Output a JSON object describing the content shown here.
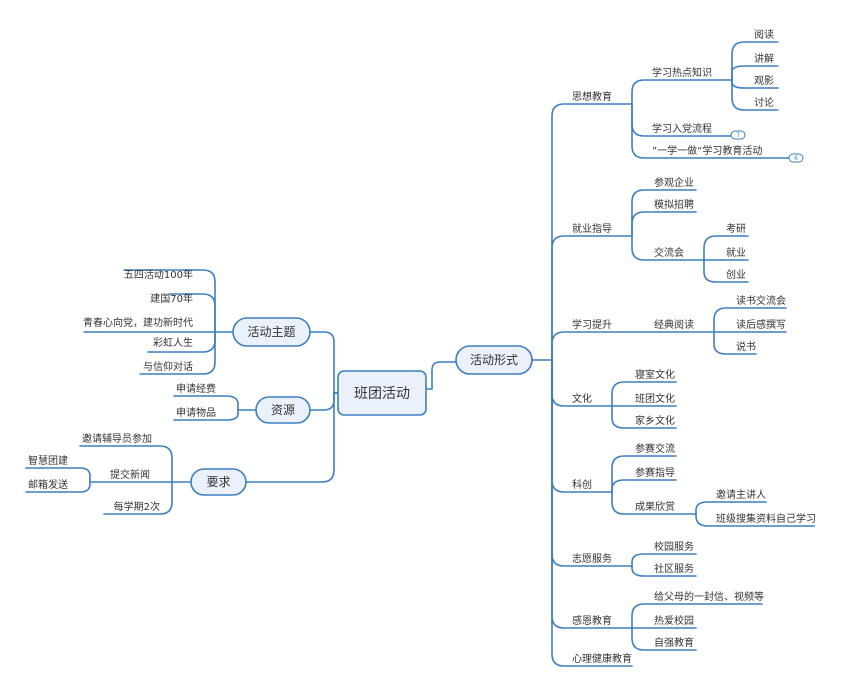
{
  "root": {
    "label": "班团活动"
  },
  "colors": {
    "line": "#3d7fc1",
    "topic_fill": "#eaf1fa",
    "text": "#333333",
    "background": "#ffffff"
  },
  "left": {
    "theme": {
      "label": "活动主题",
      "children": [
        "五四活动100年",
        "建国70年",
        "青春心向党，建功新时代",
        "彩虹人生",
        "与信仰对话"
      ]
    },
    "resources": {
      "label": "资源",
      "children": [
        "申请经费",
        "申请物品"
      ]
    },
    "requirements": {
      "label": "要求",
      "children": [
        {
          "label": "邀请辅导员参加"
        },
        {
          "label": "提交新闻",
          "children": [
            "智慧团建",
            "邮箱发送"
          ]
        },
        {
          "label": "每学期2次"
        }
      ]
    }
  },
  "right": {
    "label": "活动形式",
    "branches": [
      {
        "label": "思想教育",
        "children": [
          {
            "label": "学习热点知识",
            "children": [
              "阅读",
              "讲解",
              "观影",
              "讨论"
            ]
          },
          {
            "label": "学习入党流程",
            "collapsed_count": "7"
          },
          {
            "label": "”一学一做“学习教育活动",
            "collapsed_count": "6"
          }
        ]
      },
      {
        "label": "就业指导",
        "children": [
          {
            "label": "参观企业"
          },
          {
            "label": "模拟招聘"
          },
          {
            "label": "交流会",
            "children": [
              "考研",
              "就业",
              "创业"
            ]
          }
        ]
      },
      {
        "label": "学习提升",
        "children": [
          {
            "label": "经典阅读",
            "children": [
              "读书交流会",
              "读后感撰写",
              "说书"
            ]
          }
        ]
      },
      {
        "label": "文化",
        "children": [
          {
            "label": "寝室文化"
          },
          {
            "label": "班团文化"
          },
          {
            "label": "家乡文化"
          }
        ]
      },
      {
        "label": "科创",
        "children": [
          {
            "label": "参赛交流"
          },
          {
            "label": "参赛指导"
          },
          {
            "label": "成果欣赏",
            "children": [
              "邀请主讲人",
              "班级搜集资料自己学习"
            ]
          }
        ]
      },
      {
        "label": "志愿服务",
        "children": [
          {
            "label": "校园服务"
          },
          {
            "label": "社区服务"
          }
        ]
      },
      {
        "label": "感恩教育",
        "children": [
          {
            "label": "给父母的一封信、视频等"
          },
          {
            "label": "热爱校园"
          },
          {
            "label": "自强教育"
          }
        ]
      },
      {
        "label": "心理健康教育"
      }
    ]
  }
}
